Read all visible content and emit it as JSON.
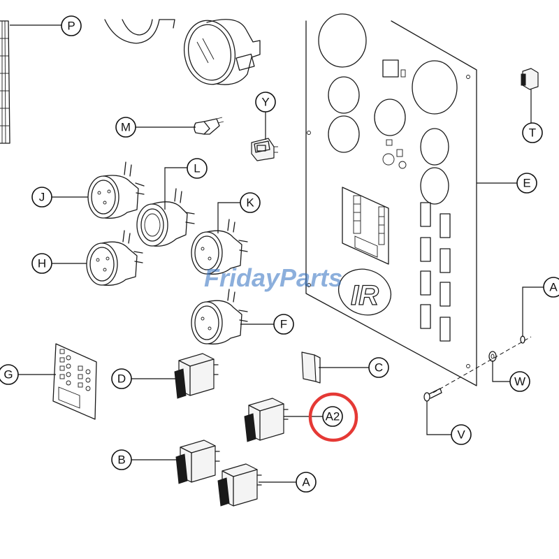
{
  "diagram": {
    "highlight_color": "#e53935",
    "callouts": {
      "P": "P",
      "M": "M",
      "Y": "Y",
      "L": "L",
      "J": "J",
      "K": "K",
      "H": "H",
      "F": "F",
      "G": "G",
      "D": "D",
      "C": "C",
      "A2": "A2",
      "B": "B",
      "A": "A",
      "T": "T",
      "E": "E",
      "A_right": "A",
      "W": "W",
      "V": "V"
    },
    "highlighted_callout": "A2",
    "panel_logo_text": "IR"
  },
  "watermark": {
    "text": "FridayParts",
    "color": "#2f6fc0"
  }
}
